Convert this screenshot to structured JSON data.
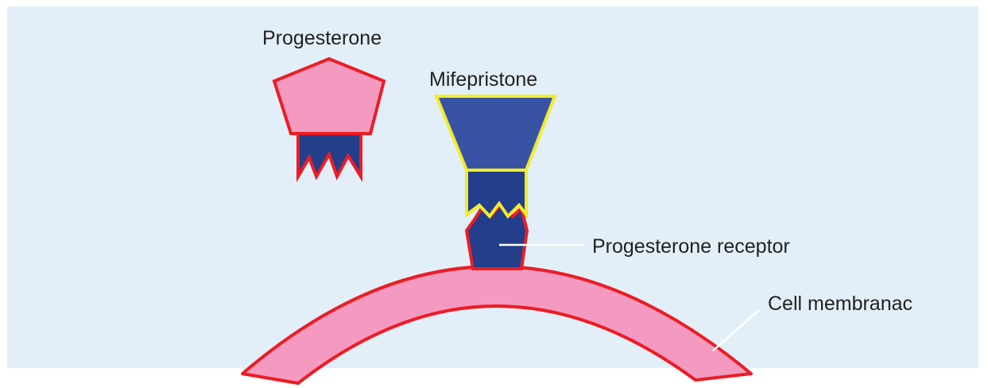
{
  "labels": {
    "progesterone": "Progesterone",
    "mifepristone": "Mifepristone",
    "progesterone_receptor": "Progesterone receptor",
    "cell_membrane": "Cell membranac"
  },
  "colors": {
    "background_panel": "#e2eff9",
    "pink_fill": "#f49ac1",
    "dark_blue_fill": "#233e8b",
    "mid_blue_fill": "#3953a4",
    "red_outline": "#ed1c24",
    "yellow_outline": "#f2eb2c",
    "leader_line": "#ffffff"
  }
}
